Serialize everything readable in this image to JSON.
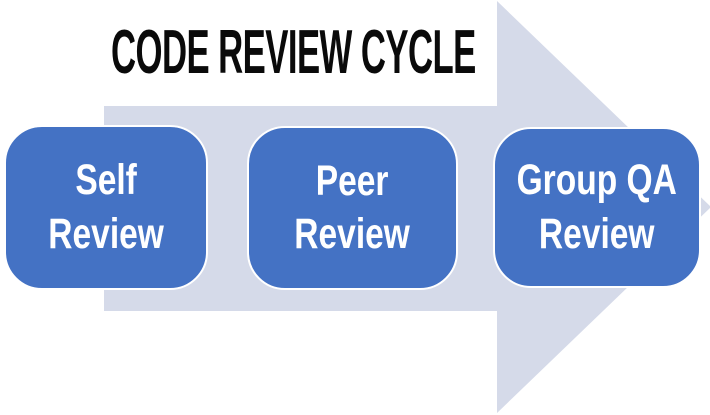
{
  "title": "CODE REVIEW CYCLE",
  "colors": {
    "background": "#FFFFFF",
    "arrow": "#D5DAE9",
    "box_fill": "#4472C4",
    "box_border": "#FFFFFF",
    "box_text": "#FFFFFF",
    "title_text": "#0A0A0A"
  },
  "diagram": {
    "type": "process-flow-arrow",
    "direction": "right",
    "steps": [
      {
        "label": "Self Review",
        "line1": "Self",
        "line2": "Review"
      },
      {
        "label": "Peer Review",
        "line1": "Peer",
        "line2": "Review"
      },
      {
        "label": "Group QA Review",
        "line1": "Group QA",
        "line2": "Review"
      }
    ]
  }
}
